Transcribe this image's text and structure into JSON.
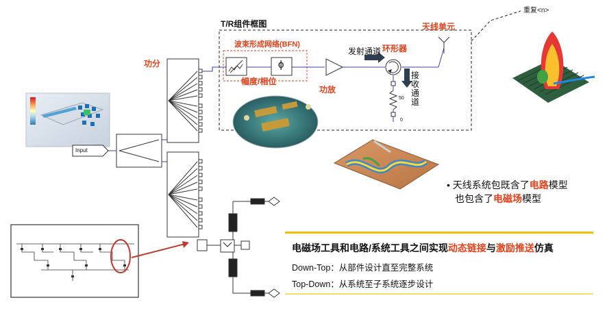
{
  "colors": {
    "accent_red": "#e8411a",
    "line_blue": "#3a3ad0",
    "highlight_bar": "#f2c200",
    "callout_circle": "#c0392b"
  },
  "tr_module": {
    "title": "T/R组件框图",
    "repeat_label": "重复<n>",
    "bfn_label": "波束形成网络(BFN)",
    "antenna_unit": "天线单元",
    "circulator": "环形器",
    "tx_channel": "发射通道",
    "rx_channel": "接收通道",
    "amp_phase": "幅度/相位",
    "power_amp": "功放",
    "phase_symbol": "ϕ",
    "resistor_value": "50",
    "ground_label": "0"
  },
  "power_divider_label": "功分",
  "input_label": "Input",
  "bullet": {
    "line1_pre": "天线系统包既含了",
    "line1_hl": "电路",
    "line1_post": "模型",
    "line2_pre": "也包含了",
    "line2_hl": "电磁场",
    "line2_post": "模型"
  },
  "summary": {
    "headline_pre": "电磁场工具和电路/系统工具之间实现",
    "headline_hl1": "动态链接",
    "headline_mid": "与",
    "headline_hl2": "激励推送",
    "headline_post": "仿真",
    "down_top": "Down-Top：从部件设计直至完整系统",
    "top_down": "Top-Down：从系统至子系统逐步设计"
  },
  "icons": [
    "em-simulation-thumbnail",
    "antenna-radiation-pattern",
    "microstrip-field-plot",
    "module-chip-photo",
    "tree-network-schematic"
  ]
}
